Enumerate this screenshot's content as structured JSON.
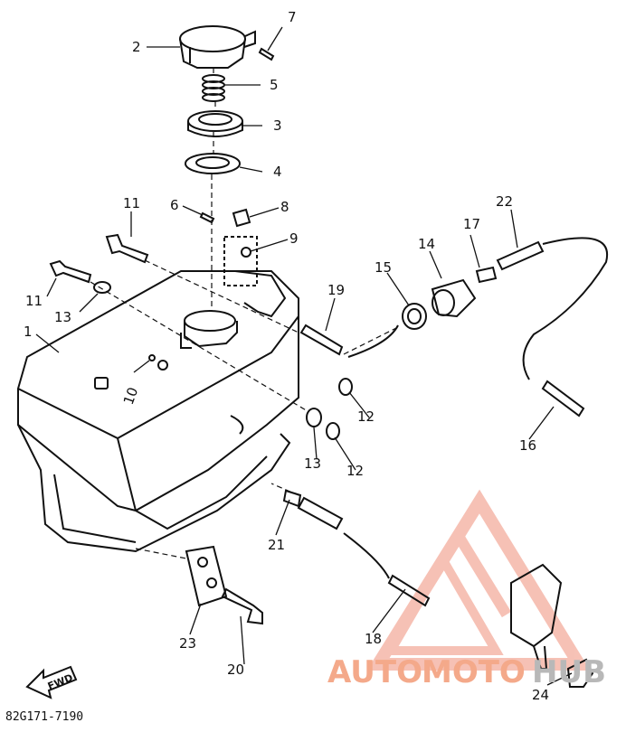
{
  "diagram": {
    "drawing_code": "82G171-7190",
    "direction_marker": "FWD",
    "callouts": [
      "1",
      "2",
      "3",
      "4",
      "5",
      "6",
      "7",
      "8",
      "9",
      "10",
      "11",
      "11",
      "12",
      "12",
      "13",
      "13",
      "14",
      "15",
      "16",
      "17",
      "18",
      "19",
      "20",
      "21",
      "22",
      "23",
      "24"
    ]
  },
  "watermark": {
    "part1": "AUTO",
    "part2": "MOTO",
    "part3": "HUB",
    "color_accent": "#f08f7a",
    "color_gray": "#b8b8b8"
  }
}
